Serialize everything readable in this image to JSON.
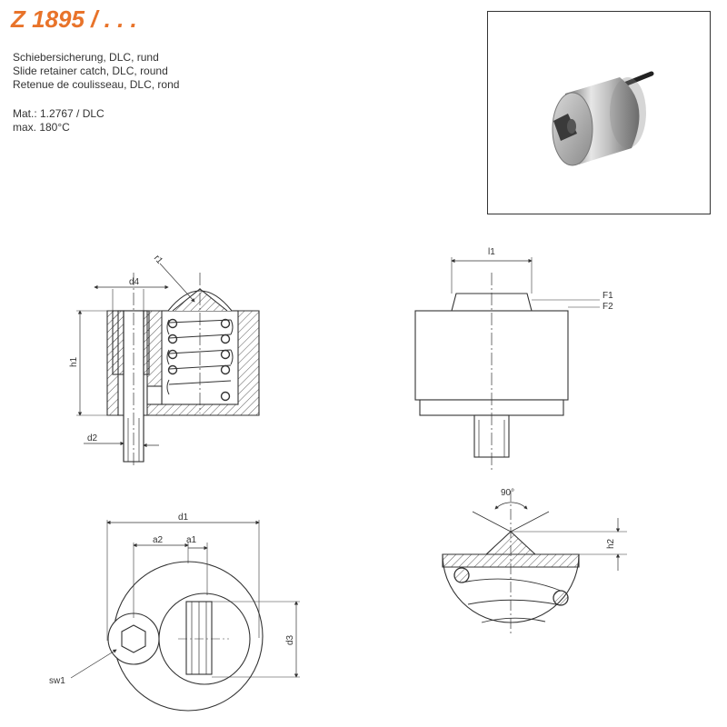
{
  "header": {
    "title": "Z 1895 / . . .",
    "descriptions": [
      "Schiebersicherung, DLC, rund",
      "Slide retainer catch, DLC, round",
      "Retenue de coulisseau, DLC, rond"
    ],
    "material": "Mat.: 1.2767 / DLC",
    "max_temp": "max. 180°C"
  },
  "labels": {
    "r1": "r1",
    "d4": "d4",
    "h1": "h1",
    "d2": "d2",
    "l1": "l1",
    "F1": "F1",
    "F2": "F2",
    "angle": "90°",
    "h2": "h2",
    "d1": "d1",
    "a2": "a2",
    "a1": "a1",
    "d3": "d3",
    "sw1": "sw1"
  },
  "colors": {
    "title": "#e8732a",
    "line": "#333333"
  }
}
